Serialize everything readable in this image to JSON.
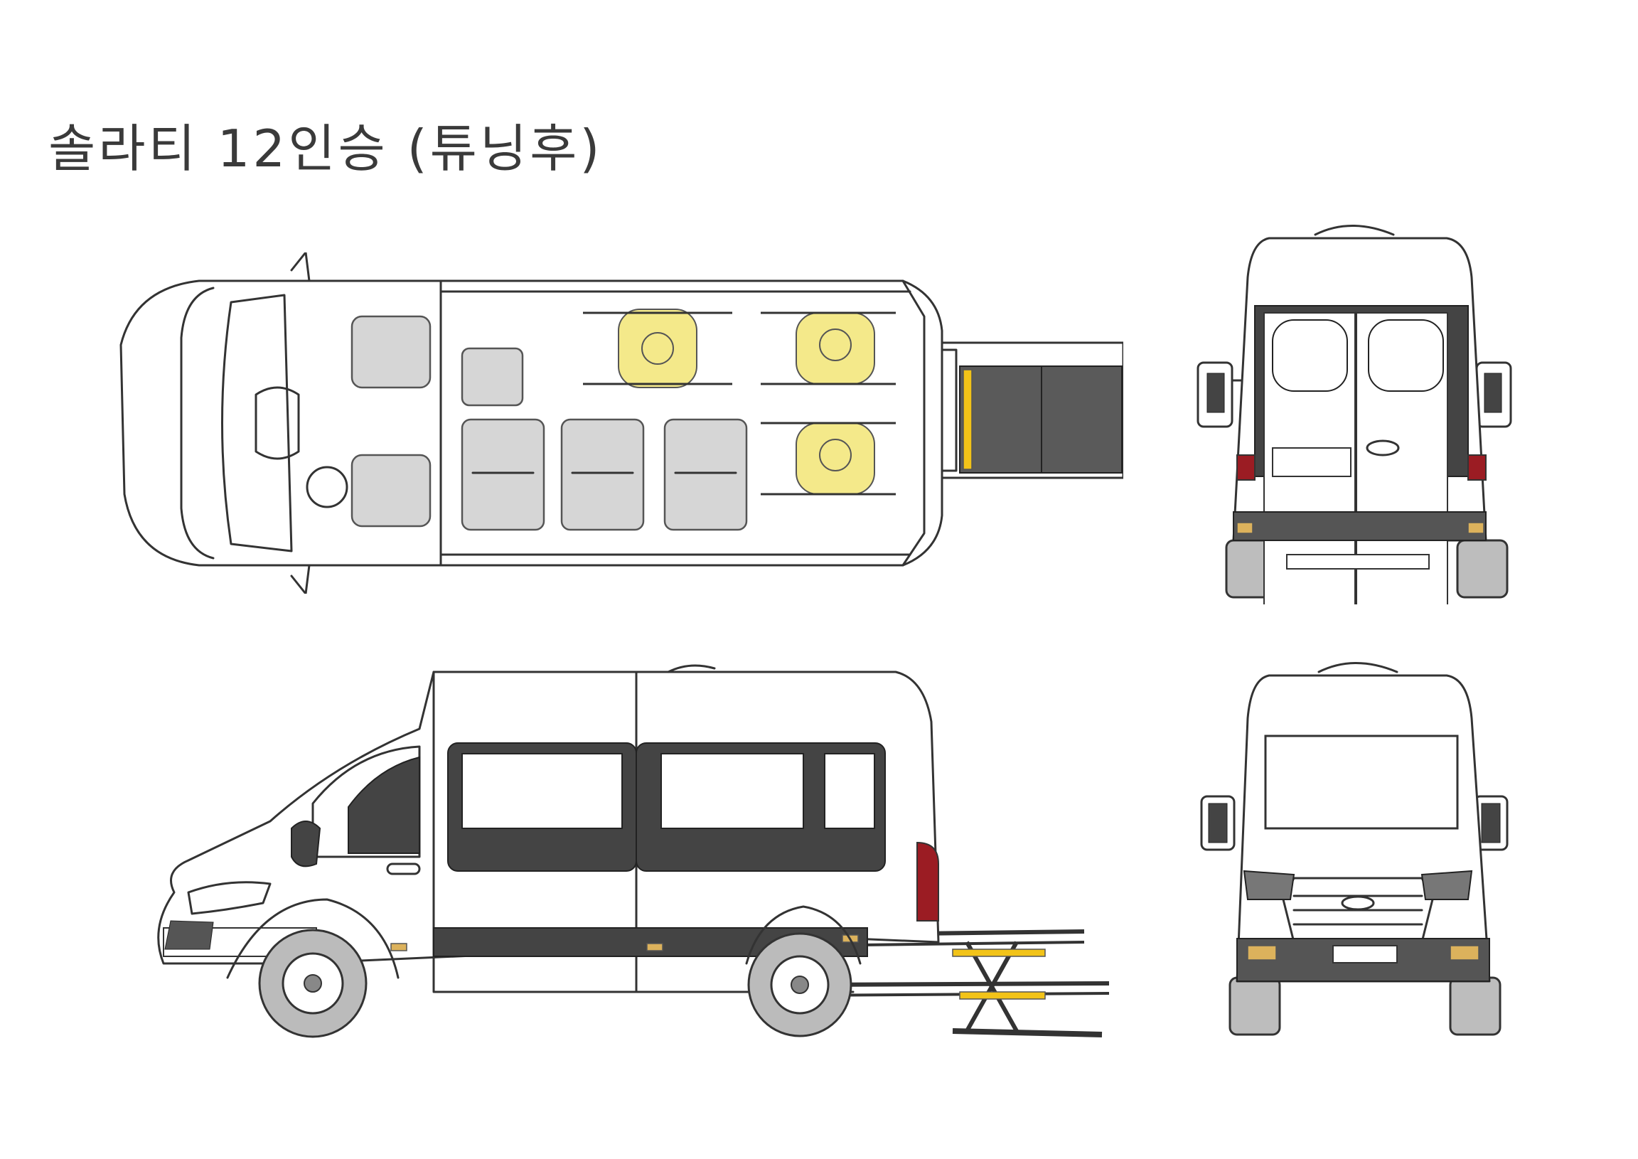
{
  "title": "솔라티 12인승 (튜닝후)",
  "colors": {
    "body": "#ffffff",
    "outline": "#333333",
    "glass_trim": "#444444",
    "seats": "#d6d6d6",
    "tail_light": "#9b1c23",
    "lift_accent": "#f2c318",
    "passenger": "#f4e98a"
  },
  "views": [
    {
      "id": "top",
      "icon": "van-top-view"
    },
    {
      "id": "side",
      "icon": "van-side-view"
    },
    {
      "id": "rear",
      "icon": "van-rear-view"
    },
    {
      "id": "front",
      "icon": "van-front-view"
    }
  ]
}
